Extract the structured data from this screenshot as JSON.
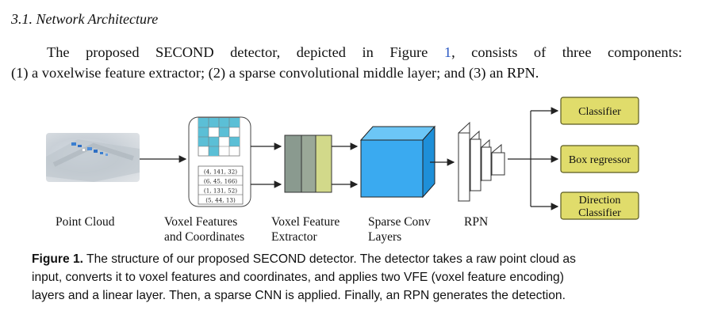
{
  "section": {
    "heading": "3.1. Network Architecture"
  },
  "paragraph": {
    "line1_a": "The proposed SECOND detector, depicted in Figure ",
    "figure_ref": "1",
    "line1_b": ", consists of three components:",
    "line2": "(1) a voxelwise feature extractor; (2) a sparse convolutional middle layer; and (3) an RPN."
  },
  "figure": {
    "labels": {
      "point_cloud": "Point Cloud",
      "voxel_features_1": "Voxel Features",
      "voxel_features_2": "and Coordinates",
      "vfe_1": "Voxel Feature",
      "vfe_2": "Extractor",
      "sparse_1": "Sparse Conv",
      "sparse_2": "Layers",
      "rpn": "RPN"
    },
    "coordinates": [
      "(4, 141, 32)",
      "(6, 45, 166)",
      "(1, 131, 52)",
      "(5, 44, 13)"
    ],
    "heads": {
      "classifier": "Classifier",
      "box_regressor": "Box regressor",
      "direction_1": "Direction",
      "direction_2": "Classifier"
    },
    "colors": {
      "voxel_cell": "#5bbfd6",
      "vfe_layer_1": "#8a9a8f",
      "vfe_layer_2": "#9aa898",
      "vfe_layer_3": "#d2d98a",
      "sparse_front": "#3aaaf0",
      "sparse_top": "#6cc6f6",
      "sparse_side": "#1e8fd8",
      "head_fill": "#e0dc6b",
      "head_stroke": "#5a5a20"
    }
  },
  "caption": {
    "label": "Figure 1.",
    "line1": " The structure of our proposed SECOND detector. The detector takes a raw point cloud as",
    "line2": "input, converts it to voxel features and coordinates, and applies two VFE (voxel feature encoding)",
    "line3": "layers and a linear layer. Then, a sparse CNN is applied. Finally, an RPN generates the detection."
  }
}
